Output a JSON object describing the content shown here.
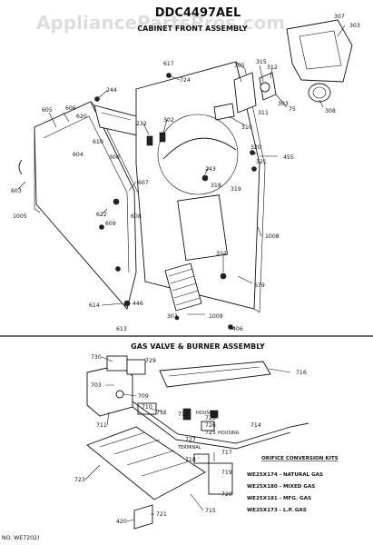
{
  "header": {
    "model": "DDC4497AEL",
    "section_title": "CABINET FRONT ASSEMBLY",
    "watermark": "AppliancePartsPros.com"
  },
  "section2": {
    "title": "GAS VALVE & BURNER ASSEMBLY"
  },
  "labels": {
    "p307": "307",
    "p303a": "303",
    "p617": "617",
    "p724": "724",
    "p305": "305",
    "p315": "315",
    "p312a": "312",
    "p311": "311",
    "p303b": "303",
    "p75": "75",
    "p308": "308",
    "p244": "244",
    "p605": "605",
    "p606": "606",
    "p620": "620",
    "p232": "232",
    "p302": "302",
    "p310": "310",
    "p300": "300",
    "p610": "610",
    "p604": "604",
    "p320": "320",
    "p321": "321",
    "p455": "455",
    "p243": "243",
    "p318": "318",
    "p319": "319",
    "p603": "603",
    "p607": "607",
    "p622": "622",
    "p609": "609",
    "p608": "608",
    "p1005": "1005",
    "p1008": "1008",
    "p312b": "312",
    "p679": "679",
    "p614": "614",
    "p446": "446",
    "p613": "613",
    "p303c": "303",
    "p1009": "1009",
    "p406": "406",
    "p730": "730",
    "p729": "729",
    "p716": "716",
    "p703": "703",
    "p709": "709",
    "p710": "710",
    "p711": "711",
    "p712": "712",
    "p713": "713",
    "p726": "726",
    "p725": "725",
    "p727": "727",
    "p728": "728",
    "p714": "714",
    "p717": "717",
    "p718": "718",
    "p719": "719",
    "p723": "723",
    "p720": "720",
    "p715": "715",
    "p420": "420",
    "p721": "721",
    "housing_a": "HOUSING",
    "housing_b": "HOUSING",
    "terminal": "TERMINAL"
  },
  "orifice_kits": {
    "title": "ORIFICE CONVERSION KITS",
    "rows": [
      "WE25X174 - NATURAL GAS",
      "WE25X180 - MIXED GAS",
      "WE25X181 - MFG. GAS",
      "WE25X173 - L.P. GAS"
    ]
  },
  "footer": {
    "doc_number": "NO. WE7202)"
  }
}
